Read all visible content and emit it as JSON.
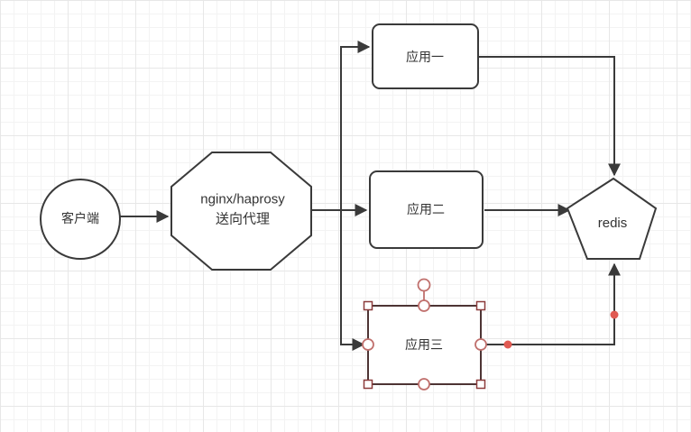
{
  "canvas": {
    "type": "diagram-editor-grid-canvas"
  },
  "diagram": {
    "nodes": [
      {
        "id": "client",
        "shape": "circle",
        "label": "客户端",
        "selected": false
      },
      {
        "id": "proxy",
        "shape": "octagon",
        "label": "nginx/haprosy\n送向代理",
        "selected": false
      },
      {
        "id": "app1",
        "shape": "rounded-rectangle",
        "label": "应用一",
        "selected": false
      },
      {
        "id": "app2",
        "shape": "rounded-rectangle",
        "label": "应用二",
        "selected": false
      },
      {
        "id": "app3",
        "shape": "rounded-rectangle",
        "label": "应用三",
        "selected": true
      },
      {
        "id": "redis",
        "shape": "pentagon",
        "label": "redis",
        "selected": false
      }
    ],
    "edges": [
      {
        "from": "client",
        "to": "proxy"
      },
      {
        "from": "proxy",
        "to": "app1"
      },
      {
        "from": "proxy",
        "to": "app2"
      },
      {
        "from": "proxy",
        "to": "app3"
      },
      {
        "from": "app1",
        "to": "redis"
      },
      {
        "from": "app2",
        "to": "redis"
      },
      {
        "from": "app3",
        "to": "redis"
      }
    ],
    "colors": {
      "stroke": "#3a3a3a",
      "node_fill": "#ffffff",
      "selected_node_stroke": "#4d3434",
      "selection_handle_square_border": "#8c3b3b",
      "selection_handle_circle_border": "#c0706d",
      "selection_waypoint_dot": "#e05a52",
      "grid_minor": "#f3f3f3",
      "grid_major": "#e7e7e7"
    }
  }
}
